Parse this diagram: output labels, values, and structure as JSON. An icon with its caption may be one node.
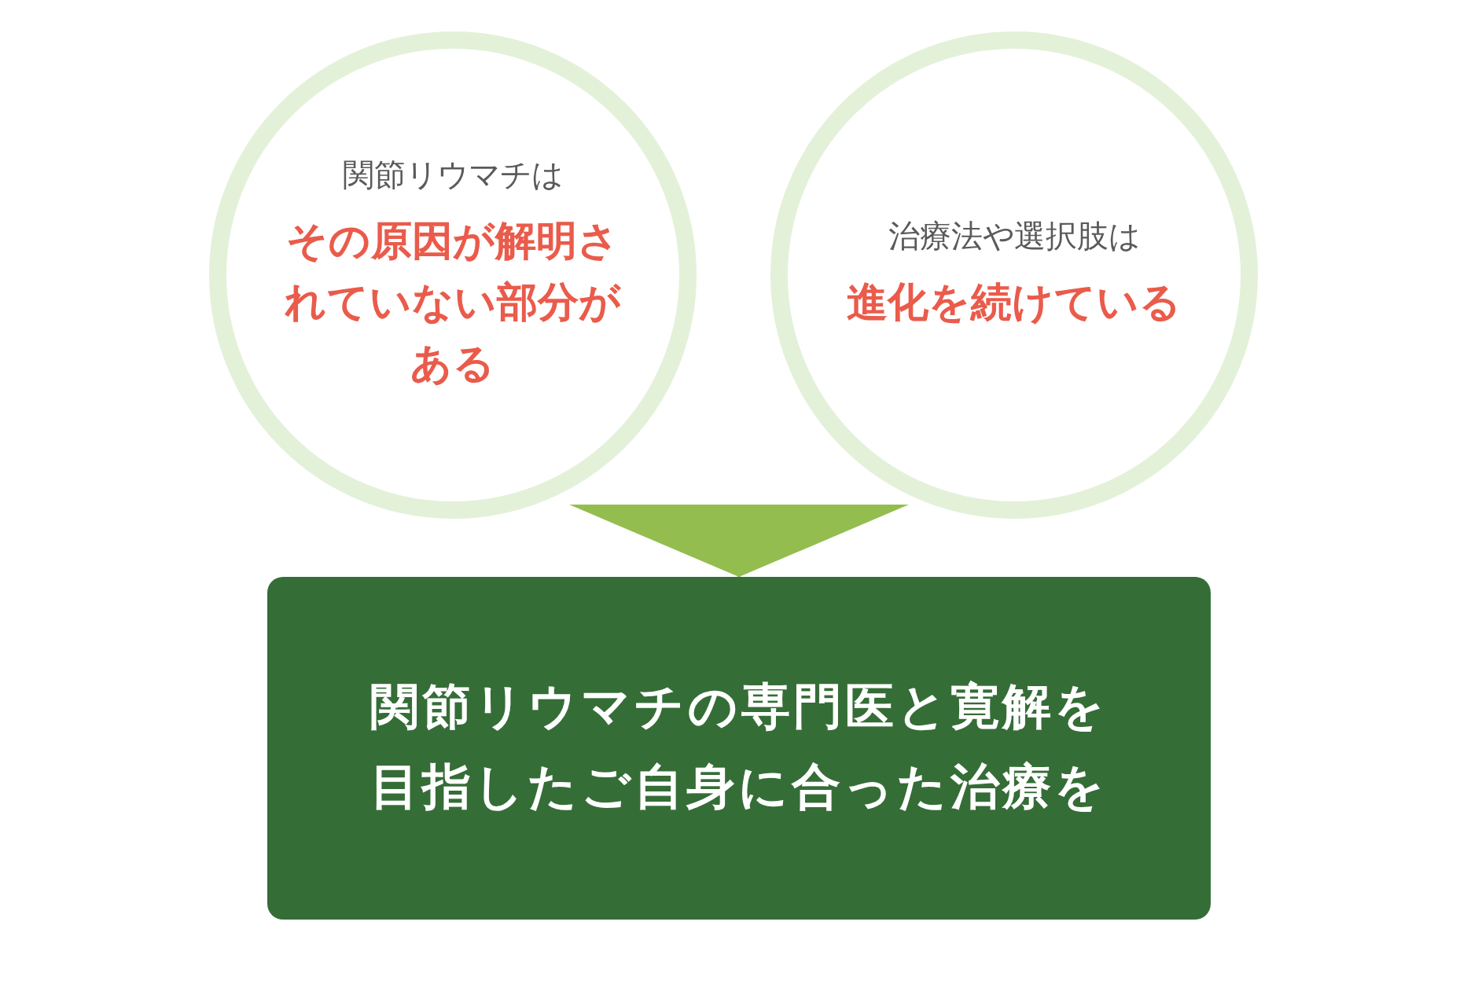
{
  "diagram": {
    "nodes": [
      {
        "text": [
          "関節リウマチは",
          "その原因が解明されていない部分がある"
        ]
      },
      {
        "text": [
          "治療法や選択肢は",
          "進化を続けている"
        ]
      },
      {
        "text": [
          "関節リウマチの専門医と寛解を目指したご自身に合った治療を"
        ]
      }
    ],
    "edges": [
      {
        "from": 0,
        "to": 2,
        "arrow": "to"
      },
      {
        "from": 1,
        "to": 2,
        "arrow": "to"
      }
    ]
  }
}
